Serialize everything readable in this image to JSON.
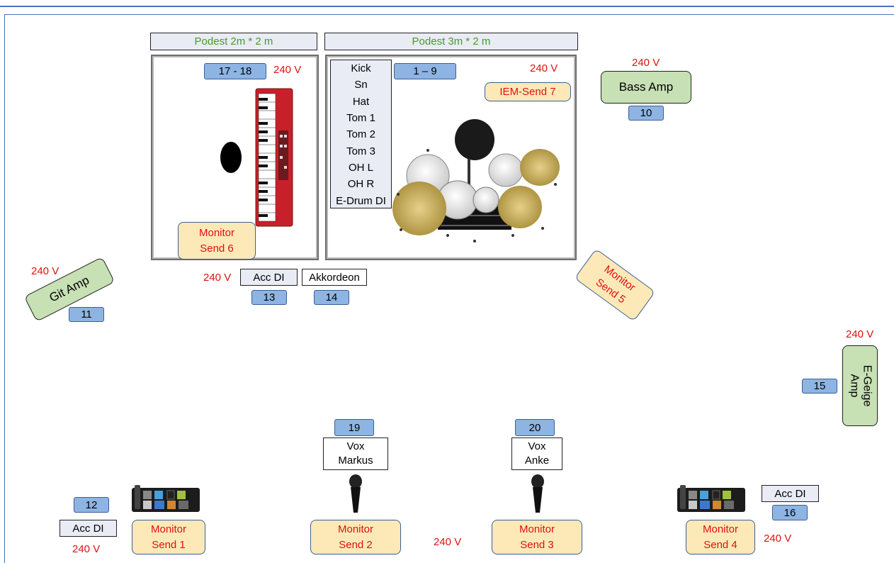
{
  "podest_left": "Podest 2m * 2 m",
  "podest_right": "Podest 3m * 2 m",
  "channels": {
    "keys": "17 - 18",
    "drums": "1 – 9",
    "bass": "10",
    "git": "11",
    "acc_left": "12",
    "acc_di_center": "13",
    "akkordeon": "14",
    "geige": "15",
    "acc_right": "16",
    "vox_markus": "19",
    "vox_anke": "20"
  },
  "power": "240 V",
  "drum_inputs": [
    "Kick",
    "Sn",
    "Hat",
    "Tom 1",
    "Tom 2",
    "Tom 3",
    "OH L",
    "OH R",
    "E-Drum DI"
  ],
  "monitors": {
    "send6": [
      "Monitor",
      "Send 6"
    ],
    "send5": [
      "Monitor",
      "Send 5"
    ],
    "send1": [
      "Monitor",
      "Send 1"
    ],
    "send2": [
      "Monitor",
      "Send 2"
    ],
    "send3": [
      "Monitor",
      "Send 3"
    ],
    "send4": [
      "Monitor",
      "Send 4"
    ],
    "iem": "IEM-Send 7"
  },
  "amps": {
    "bass": "Bass Amp",
    "git": "Git Amp",
    "geige": [
      "E-Geige",
      "Amp"
    ]
  },
  "labels": {
    "acc_di": "Acc DI",
    "akkordeon": "Akkordeon",
    "vox_markus": [
      "Vox",
      "Markus"
    ],
    "vox_anke": [
      "Vox",
      "Anke"
    ]
  },
  "colors": {
    "channel_fill": "#8eb4e3",
    "monitor_fill": "#fde9b8",
    "amp_fill": "#c7e0b4",
    "power_text": "#e01010",
    "podest_text": "#4a9a2a",
    "frame": "#4a72b8"
  },
  "icons": [
    "keyboard-icon",
    "drum-kit-icon",
    "microphone-icon",
    "pedalboard-icon",
    "person-marker-icon"
  ]
}
